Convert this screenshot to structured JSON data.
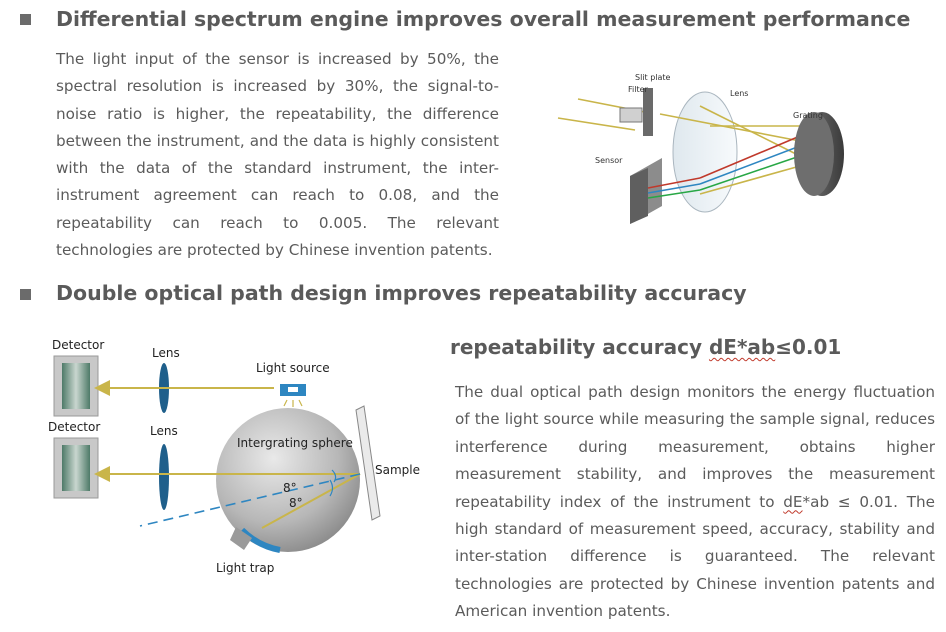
{
  "section1": {
    "heading": "Differential spectrum engine improves overall measurement performance",
    "body": "The light input of the sensor is increased by 50%, the spectral resolution is increased by 30%, the signal-to-noise ratio is higher, the repeatability, the difference between the instrument, and the data is highly consistent with the data of the standard instrument, the inter-instrument agreement can reach to 0.08, and the repeatability can reach to 0.005. The relevant technologies are protected by Chinese invention patents.",
    "diagram": {
      "slit_plate": "Slit plate",
      "filter": "Filter",
      "lens": "Lens",
      "grating": "Grating",
      "sensor": "Sensor"
    }
  },
  "section2": {
    "heading": "Double optical path design improves repeatability accuracy",
    "subheading_pre": "repeatability accuracy ",
    "subheading_mark": "dE*ab",
    "subheading_post": "≤0.01",
    "body_pre": "The dual optical path design monitors the energy fluctuation of the light source while measuring the sample signal, reduces interference during measurement, obtains higher measurement stability, and improves the measurement repeatability index of the instrument to ",
    "body_mark": "dE",
    "body_post": "*ab ≤ 0.01. The high standard of measurement speed, accuracy, stability and inter-station difference is guaranteed. The relevant technologies are protected by Chinese invention patents and American invention patents.",
    "diagram": {
      "detector_top": "Detector",
      "lens_top": "Lens",
      "light_source": "Light source",
      "detector_bottom": "Detector",
      "lens_bottom": "Lens",
      "sphere": "Intergrating sphere",
      "sample": "Sample",
      "angle1": "8°",
      "angle2": "8°",
      "light_trap": "Light trap"
    }
  }
}
